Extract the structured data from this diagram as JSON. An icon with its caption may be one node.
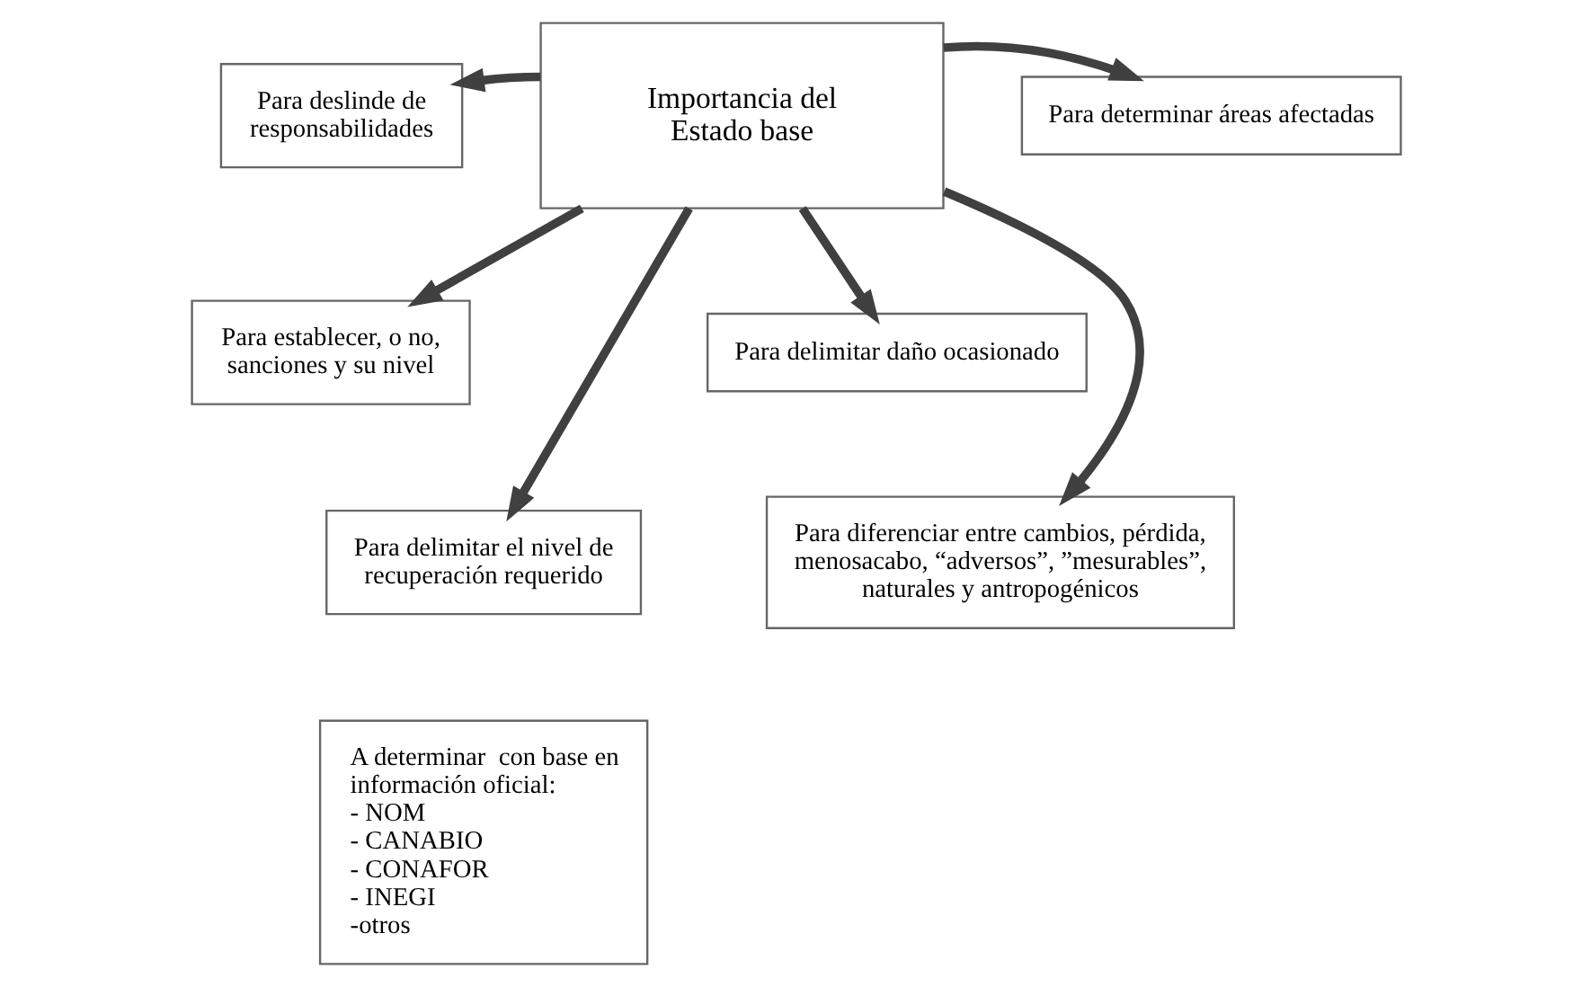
{
  "diagram": {
    "nodes": [
      {
        "text": [
          "Para deslinde de responsabilidades"
        ]
      },
      {
        "text": [
          "Importancia del Estado base"
        ]
      },
      {
        "text": [
          "Para determinar áreas afectadas"
        ]
      },
      {
        "text": [
          "Para establecer, o no, sanciones y su nivel"
        ]
      },
      {
        "text": [
          "Para delimitar daño ocasionado"
        ]
      },
      {
        "text": [
          "Para delimitar el nivel de recuperación requerido"
        ]
      },
      {
        "text": [
          "Para diferenciar entre cambios, pérdida, menosacabo, “adversos”, ”mesurables”, naturales y antropogénicos"
        ]
      },
      {
        "text": [
          "A determinar  con base en información oficial:",
          "- NOM",
          "- CANABIO",
          "- CONAFOR",
          "- INEGI",
          "-otros"
        ]
      }
    ],
    "edges": [
      {
        "from": 1,
        "to": 0,
        "arrow": "to"
      },
      {
        "from": 1,
        "to": 2,
        "arrow": "to"
      },
      {
        "from": 1,
        "to": 3,
        "arrow": "to"
      },
      {
        "from": 1,
        "to": 4,
        "arrow": "to"
      },
      {
        "from": 1,
        "to": 5,
        "arrow": "to"
      },
      {
        "from": 1,
        "to": 6,
        "arrow": "to"
      }
    ]
  }
}
